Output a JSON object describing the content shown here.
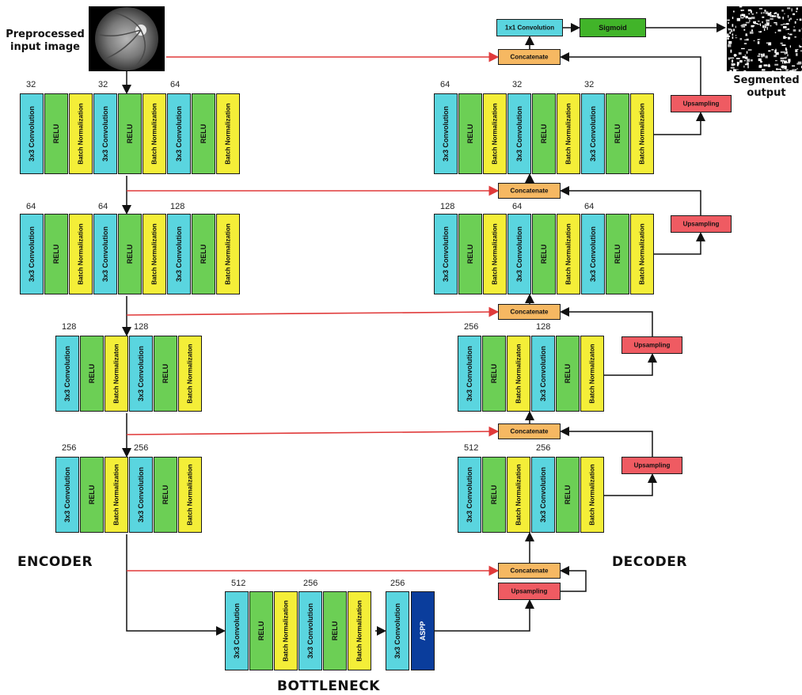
{
  "labels": {
    "input": "Preprocessed input image",
    "output": "Segmented output",
    "encoder": "ENCODER",
    "decoder": "DECODER",
    "bottleneck": "BOTTLENECK"
  },
  "colors": {
    "conv": "#5ad5df",
    "relu": "#6ccf55",
    "bn": "#f4ee38",
    "concat": "#f6b862",
    "upsample": "#ef5b62",
    "sigmoid": "#41b429",
    "aspp": "#0a3d9c",
    "skip_arrow": "#e03a3a",
    "arrow": "#111111"
  },
  "blocks": {
    "conv": "3x3 Convolution",
    "relu": "RELU",
    "bn": "Batch Normalization",
    "bn_alt": "Batch Normalizaton",
    "aspp": "ASPP",
    "concat": "Concatenate",
    "upsample": "Upsampling",
    "conv1x1": "1x1 Convolution",
    "sigmoid": "Sigmoid"
  },
  "filters": {
    "enc1": [
      "32",
      "32",
      "64"
    ],
    "enc2": [
      "64",
      "64",
      "128"
    ],
    "enc3": [
      "128",
      "128"
    ],
    "enc4": [
      "256",
      "256"
    ],
    "bott": [
      "512",
      "256",
      "256"
    ],
    "dec1": [
      "64",
      "32",
      "32"
    ],
    "dec2": [
      "128",
      "64",
      "64"
    ],
    "dec3": [
      "256",
      "128"
    ],
    "dec4": [
      "512",
      "256"
    ]
  }
}
